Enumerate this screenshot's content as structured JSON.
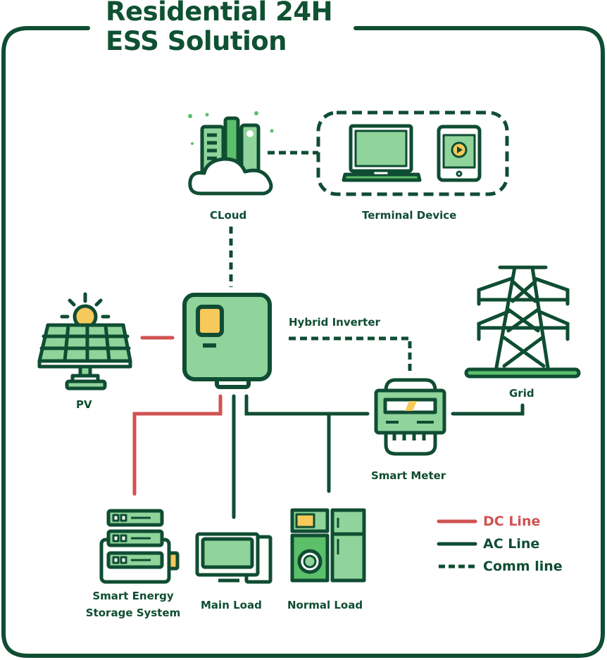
{
  "title": {
    "line1": "Residential 24H",
    "line2": "ESS Solution"
  },
  "colors": {
    "dark_green": "#0f4d33",
    "light_green": "#8fd49a",
    "mid_green": "#5cbf6a",
    "dc_red": "#d05252",
    "yellow": "#f7c95a"
  },
  "nodes": {
    "cloud": {
      "label": "CLoud"
    },
    "terminal": {
      "label": "Terminal Device"
    },
    "inverter": {
      "label": "Hybrid Inverter"
    },
    "pv": {
      "label": "PV"
    },
    "grid": {
      "label": "Grid"
    },
    "meter": {
      "label": "Smart Meter"
    },
    "storage": {
      "label_line1": "Smart Energy",
      "label_line2": "Storage System"
    },
    "main_load": {
      "label": "Main Load"
    },
    "normal_load": {
      "label": "Normal Load"
    }
  },
  "legend": {
    "dc": {
      "label": "DC Line"
    },
    "ac": {
      "label": "AC Line"
    },
    "comm": {
      "label": "Comm line"
    }
  }
}
